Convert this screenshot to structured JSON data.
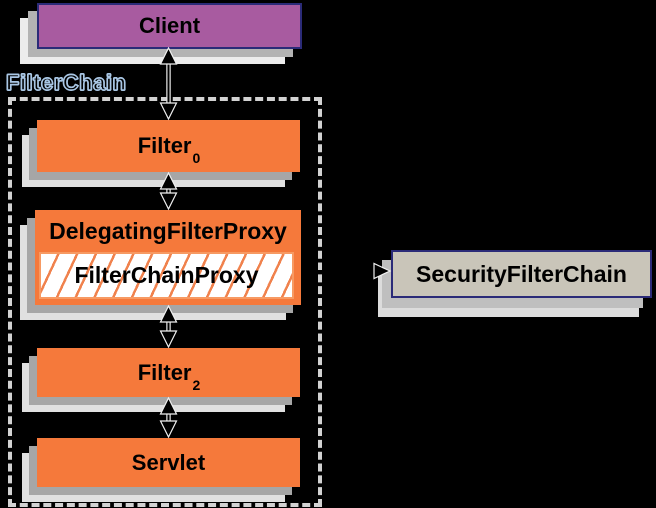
{
  "background": "#000000",
  "group": {
    "label": "FilterChain"
  },
  "nodes": {
    "client": {
      "label": "Client",
      "fill": "#a85ba0",
      "border": "#2b2b78"
    },
    "filter0": {
      "label": "Filter",
      "subscript": "0",
      "fill": "#f5793b"
    },
    "delegating_filter_proxy": {
      "label": "DelegatingFilterProxy",
      "fill": "#f5793b"
    },
    "filter_chain_proxy": {
      "label": "FilterChainProxy",
      "fill": "#ffffff",
      "hatch_color": "#f0824d"
    },
    "filter2": {
      "label": "Filter",
      "subscript": "2",
      "fill": "#f5793b"
    },
    "servlet": {
      "label": "Servlet",
      "fill": "#f5793b"
    },
    "security_filter_chain": {
      "label": "SecurityFilterChain",
      "fill": "#c9c5b9",
      "border": "#2b2b78"
    }
  },
  "edges": [
    {
      "from": "client",
      "to": "filter0",
      "type": "bidirectional"
    },
    {
      "from": "filter0",
      "to": "delegating_filter_proxy",
      "type": "bidirectional"
    },
    {
      "from": "delegating_filter_proxy",
      "to": "filter2",
      "type": "bidirectional"
    },
    {
      "from": "filter2",
      "to": "servlet",
      "type": "bidirectional"
    },
    {
      "from": "filter_chain_proxy",
      "to": "security_filter_chain",
      "type": "directed"
    }
  ],
  "colors": {
    "arrow": "#000000",
    "arrow_outline": "#e2e2e2",
    "shadow_mid": "#a6a6a6",
    "shadow_light": "#e0e0e0",
    "dashed_border": "#d2d2d2",
    "group_label_outline": "#a9c6e4"
  }
}
